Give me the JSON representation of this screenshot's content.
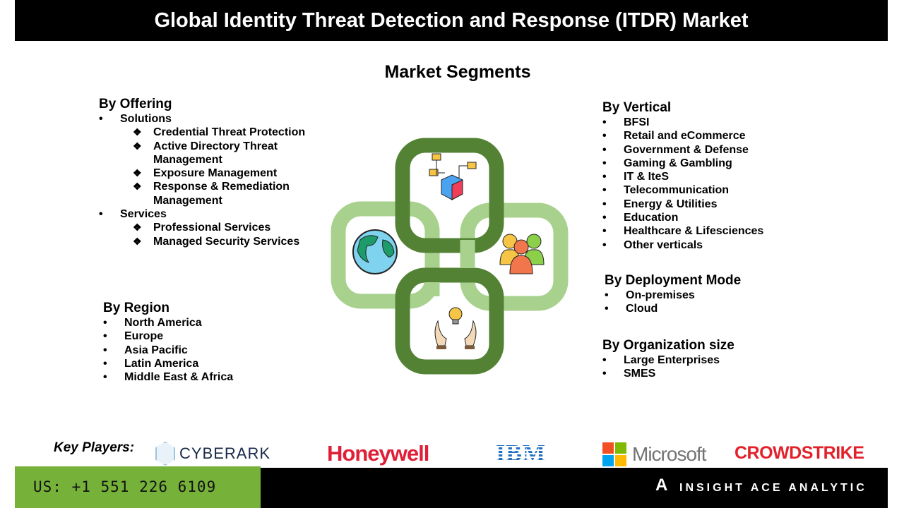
{
  "title": "Global Identity Threat Detection and Response (ITDR) Market",
  "subtitle": "Market Segments",
  "offering": {
    "heading": "By Offering",
    "solutions": "Solutions",
    "solution_items": [
      "Credential Threat Protection",
      "Active Directory Threat Management",
      "Exposure Management",
      "Response & Remediation Management"
    ],
    "services": "Services",
    "service_items": [
      "Professional Services",
      "Managed Security Services"
    ]
  },
  "region": {
    "heading": "By Region",
    "items": [
      "North America",
      "Europe",
      "Asia Pacific",
      "Latin America",
      "Middle East & Africa"
    ]
  },
  "vertical": {
    "heading": "By Vertical",
    "items": [
      "BFSI",
      "Retail and eCommerce",
      "Government & Defense",
      "Gaming & Gambling",
      "IT & IteS",
      "Telecommunication",
      "Energy & Utilities",
      "Education",
      "Healthcare & Lifesciences",
      "Other verticals"
    ]
  },
  "deployment": {
    "heading": "By Deployment Mode",
    "items": [
      "On-premises",
      "Cloud"
    ]
  },
  "org": {
    "heading": "By Organization size",
    "items": [
      "Large Enterprises",
      "SMES"
    ]
  },
  "key_players_label": "Key Players:",
  "players": [
    "CYBERARK",
    "Honeywell",
    "IBM",
    "Microsoft",
    "CROWDSTRIKE"
  ],
  "phone": "US: +1 551 226 6109",
  "brand": "INSIGHT ACE ANALYTIC",
  "colors": {
    "dark_green": "#548235",
    "light_green": "#a9d18e",
    "footer_green": "#76b139"
  }
}
